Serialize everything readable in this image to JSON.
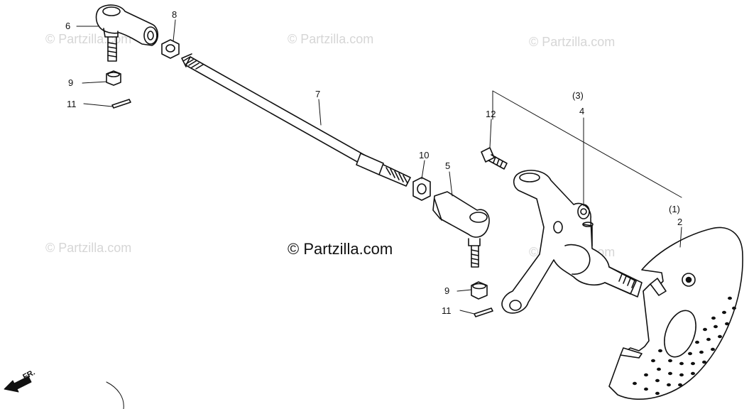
{
  "watermarks": {
    "text": "© Partzilla.com",
    "center": "© Partzilla.com"
  },
  "callouts": {
    "p1": "(1)",
    "p2": "2",
    "p3": "(3)",
    "p4": "4",
    "p5": "5",
    "p6": "6",
    "p7": "7",
    "p8": "8",
    "p9a": "9",
    "p9b": "9",
    "p10": "10",
    "p11a": "11",
    "p11b": "11",
    "p12": "12"
  },
  "direction": {
    "label": "FR."
  },
  "colors": {
    "ink": "#111111",
    "watermark": "#d6d6d6",
    "background": "#ffffff"
  }
}
